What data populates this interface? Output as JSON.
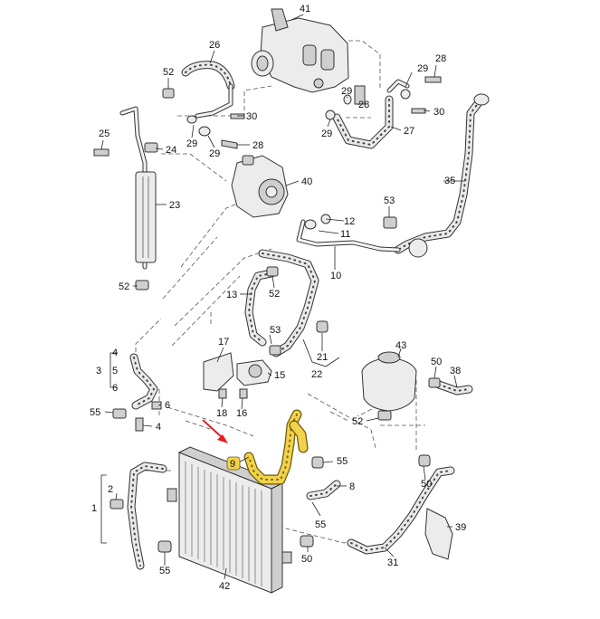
{
  "diagram": {
    "callouts": [
      {
        "id": "41",
        "text": "41"
      },
      {
        "id": "26",
        "text": "26"
      },
      {
        "id": "52a",
        "text": "52"
      },
      {
        "id": "29a",
        "text": "29"
      },
      {
        "id": "28a",
        "text": "28"
      },
      {
        "id": "29b",
        "text": "29"
      },
      {
        "id": "28b",
        "text": "28"
      },
      {
        "id": "30a",
        "text": "30"
      },
      {
        "id": "29c",
        "text": "29"
      },
      {
        "id": "27",
        "text": "27"
      },
      {
        "id": "30b",
        "text": "30"
      },
      {
        "id": "25",
        "text": "25"
      },
      {
        "id": "24",
        "text": "24"
      },
      {
        "id": "29d",
        "text": "29"
      },
      {
        "id": "29e",
        "text": "29"
      },
      {
        "id": "28c",
        "text": "28"
      },
      {
        "id": "40",
        "text": "40"
      },
      {
        "id": "35",
        "text": "35"
      },
      {
        "id": "23",
        "text": "23"
      },
      {
        "id": "53a",
        "text": "53"
      },
      {
        "id": "12",
        "text": "12"
      },
      {
        "id": "11",
        "text": "11"
      },
      {
        "id": "52b",
        "text": "52"
      },
      {
        "id": "10",
        "text": "10"
      },
      {
        "id": "13",
        "text": "13"
      },
      {
        "id": "52c",
        "text": "52"
      },
      {
        "id": "53b",
        "text": "53"
      },
      {
        "id": "21",
        "text": "21"
      },
      {
        "id": "17",
        "text": "17"
      },
      {
        "id": "22",
        "text": "22"
      },
      {
        "id": "4a",
        "text": "4"
      },
      {
        "id": "3",
        "text": "3"
      },
      {
        "id": "5",
        "text": "5"
      },
      {
        "id": "6a",
        "text": "6"
      },
      {
        "id": "15",
        "text": "15"
      },
      {
        "id": "43",
        "text": "43"
      },
      {
        "id": "50a",
        "text": "50"
      },
      {
        "id": "38",
        "text": "38"
      },
      {
        "id": "18",
        "text": "18"
      },
      {
        "id": "16",
        "text": "16"
      },
      {
        "id": "55a",
        "text": "55"
      },
      {
        "id": "6b",
        "text": "6"
      },
      {
        "id": "4b",
        "text": "4"
      },
      {
        "id": "52d",
        "text": "52"
      },
      {
        "id": "9",
        "text": "9"
      },
      {
        "id": "55b",
        "text": "55"
      },
      {
        "id": "2",
        "text": "2"
      },
      {
        "id": "8",
        "text": "8"
      },
      {
        "id": "50b",
        "text": "50"
      },
      {
        "id": "1",
        "text": "1"
      },
      {
        "id": "55c",
        "text": "55"
      },
      {
        "id": "39",
        "text": "39"
      },
      {
        "id": "55d",
        "text": "55"
      },
      {
        "id": "50c",
        "text": "50"
      },
      {
        "id": "31",
        "text": "31"
      },
      {
        "id": "42",
        "text": "42"
      }
    ],
    "highlight": {
      "part": "9",
      "color": "#f2d24a",
      "arrow_color": "#e02020"
    }
  }
}
